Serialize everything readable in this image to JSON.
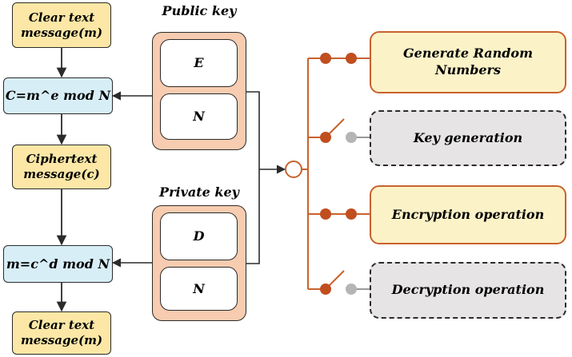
{
  "left_flow": {
    "plaintext_top": "Clear text message(m)",
    "encrypt_formula": "C=m^e mod N",
    "ciphertext": "Ciphertext message(c)",
    "decrypt_formula": "m=c^d mod N",
    "plaintext_bottom": "Clear text message(m)"
  },
  "public_key": {
    "title": "Public key",
    "e": "E",
    "n": "N"
  },
  "private_key": {
    "title": "Private key",
    "d": "D",
    "n": "N"
  },
  "operations": [
    {
      "label": "Generate Random Numbers",
      "state": "closed"
    },
    {
      "label": "Key generation",
      "state": "open"
    },
    {
      "label": "Encryption operation",
      "state": "closed"
    },
    {
      "label": "Decryption operation",
      "state": "open"
    }
  ],
  "colors": {
    "accent": "#c8622d",
    "inactive_dot": "#b5b5b5",
    "yellow": "#fce7a6",
    "blue": "#d8eef7",
    "key_panel": "#f7ccb0"
  }
}
